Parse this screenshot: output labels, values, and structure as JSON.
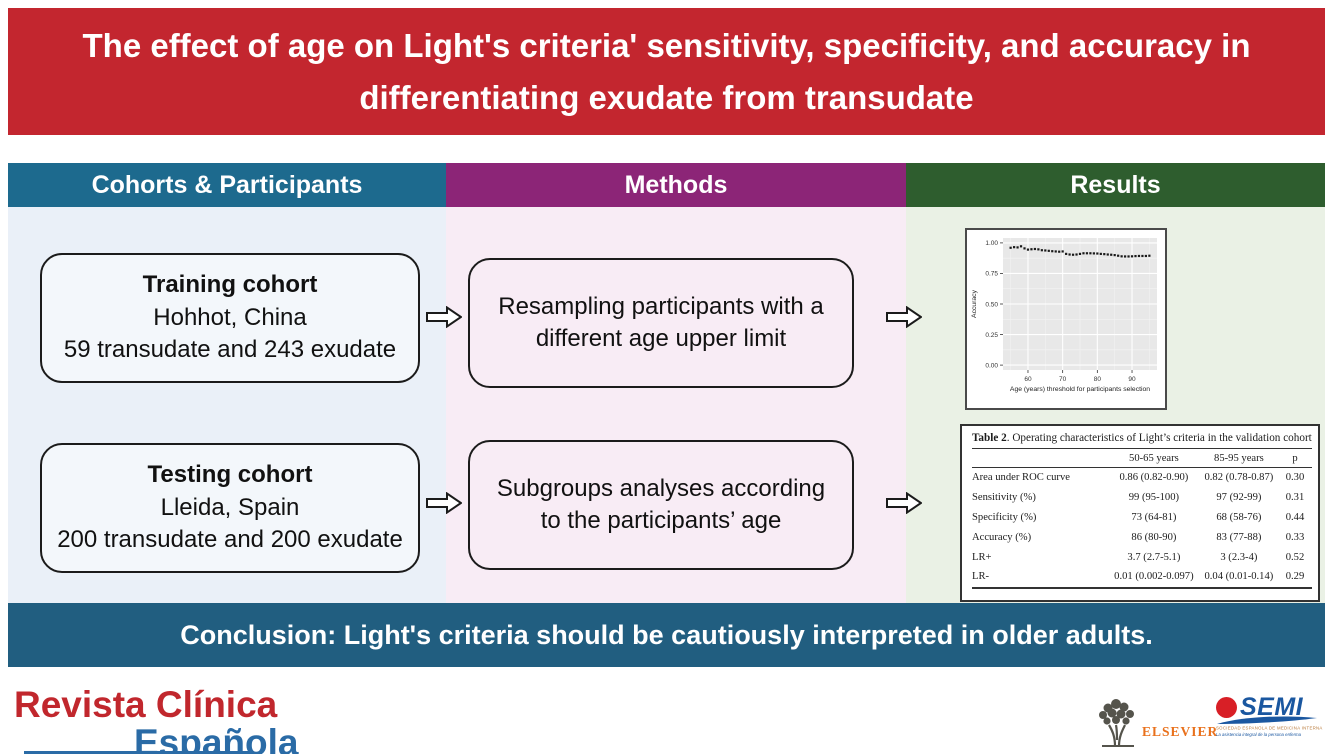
{
  "title": "The effect of age on Light's criteria' sensitivity, specificity, and accuracy in differentiating exudate from transudate",
  "colors": {
    "banner_red": "#c3262f",
    "cohorts_teal": "#1d6a8e",
    "methods_purple": "#8c2577",
    "results_green": "#2e5d2e",
    "section_light_blue": "#eaf0f8",
    "section_light_pink": "#f8ecf5",
    "section_light_green": "#eaf1e5",
    "conclusion_teal": "#215e80",
    "rce_red": "#c1272d",
    "rce_blue": "#2a6ba6",
    "elsevier_orange": "#e9711c",
    "elsevier_grey": "#55544c",
    "semi_red": "#d81f26",
    "semi_blue": "#1a57a0",
    "semi_orange": "#b97a3a"
  },
  "columns": [
    {
      "header": "Cohorts & Participants",
      "boxes": [
        {
          "title": "Training cohort",
          "line1": "Hohhot, China",
          "line2": "59 transudate and 243 exudate"
        },
        {
          "title": "Testing cohort",
          "line1": "Lleida, Spain",
          "line2": "200 transudate and 200 exudate"
        }
      ]
    },
    {
      "header": "Methods",
      "boxes": [
        {
          "text": "Resampling participants with a different age upper limit"
        },
        {
          "text": "Subgroups analyses according to the participants’ age"
        }
      ]
    },
    {
      "header": "Results"
    }
  ],
  "chart_data": {
    "type": "scatter",
    "title": "",
    "xlabel": "Age (years) threshold for participants selection",
    "ylabel": "Accuracy",
    "x": [
      55,
      56,
      57,
      58,
      59,
      60,
      61,
      62,
      63,
      64,
      65,
      66,
      67,
      68,
      69,
      70,
      71,
      72,
      73,
      74,
      75,
      76,
      77,
      78,
      79,
      80,
      81,
      82,
      83,
      84,
      85,
      86,
      87,
      88,
      89,
      90,
      91,
      92,
      93,
      94,
      95
    ],
    "y": [
      0.96,
      0.965,
      0.963,
      0.972,
      0.955,
      0.945,
      0.948,
      0.95,
      0.947,
      0.94,
      0.938,
      0.935,
      0.932,
      0.93,
      0.928,
      0.93,
      0.91,
      0.905,
      0.903,
      0.905,
      0.91,
      0.915,
      0.915,
      0.915,
      0.914,
      0.913,
      0.91,
      0.908,
      0.905,
      0.903,
      0.9,
      0.895,
      0.89,
      0.889,
      0.889,
      0.89,
      0.892,
      0.893,
      0.893,
      0.893,
      0.895
    ],
    "xticks": [
      60,
      70,
      80,
      90
    ],
    "yticks": [
      0.0,
      0.25,
      0.5,
      0.75,
      1.0
    ],
    "ytick_labels": [
      "0.00",
      "0.25",
      "0.50",
      "0.75",
      "1.00"
    ],
    "ylim": [
      0,
      1
    ],
    "grid": true,
    "legend": "none",
    "plot_bg": "#e8e8e8",
    "point_color": "#1a1a1a"
  },
  "table": {
    "title_bold": "Table 2",
    "title_rest": ". Operating characteristics of Light’s criteria in the validation cohort",
    "col_headers": [
      "",
      "50-65 years",
      "85-95 years",
      "p"
    ],
    "rows": [
      [
        "Area under ROC curve",
        "0.86 (0.82-0.90)",
        "0.82 (0.78-0.87)",
        "0.30"
      ],
      [
        "Sensitivity (%)",
        "99 (95-100)",
        "97 (92-99)",
        "0.31"
      ],
      [
        "Specificity (%)",
        "73 (64-81)",
        "68 (58-76)",
        "0.44"
      ],
      [
        "Accuracy (%)",
        "86 (80-90)",
        "83 (77-88)",
        "0.33"
      ],
      [
        "LR+",
        "3.7 (2.7-5.1)",
        "3 (2.3-4)",
        "0.52"
      ],
      [
        "LR-",
        "0.01 (0.002-0.097)",
        "0.04 (0.01-0.14)",
        "0.29"
      ]
    ]
  },
  "conclusion": "Conclusion: Light's criteria should be cautiously interpreted in older adults.",
  "footer": {
    "journal_line1": "Revista Clínica",
    "journal_line2": "Española",
    "elsevier_label": "ELSEVIER",
    "semi_label": "SEMI",
    "semi_tagline1": "SOCIEDAD ESPAÑOLA DE MEDICINA INTERNA",
    "semi_tagline2": "La asistencia integral de la persona enferma"
  }
}
